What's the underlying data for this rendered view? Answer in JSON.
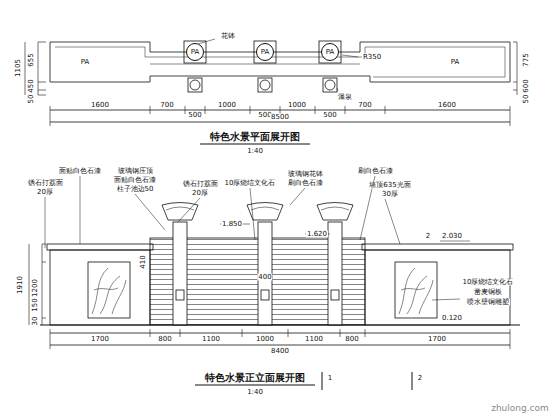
{
  "diagram": {
    "nodes": [
      {
        "text": [
          "PA"
        ]
      },
      {
        "text": [
          "PA"
        ]
      },
      {
        "text": [
          "PA"
        ]
      }
    ],
    "labels": [
      "PA",
      "PA",
      "花钵",
      "R350",
      "瀑泉",
      "1105",
      "655",
      "450",
      "50",
      "775",
      "600",
      "50",
      "1600",
      "700",
      "500",
      "1000",
      "500",
      "1000",
      "500",
      "700",
      "1600",
      "8500",
      "特色水景平面展开图",
      "1:40",
      "面贴白色石漆",
      "锈石打荔面",
      "20厚",
      "玻璃钢压顶",
      "面贴白色石漆",
      "柱子池边50",
      "锈石打荔面",
      "20厚",
      "10厚烧结文化石",
      "玻璃钢花钵",
      "刷白色石漆",
      "刷白色石漆",
      "墙顶635光面",
      "30厚",
      "2",
      "2.030",
      "1.850",
      "1.620",
      "410",
      "400",
      "10厚烧结文化石",
      "凿麦铜板",
      "喷水壁铜雕塑",
      "0.120",
      "1910",
      "1200",
      "150",
      "30",
      "1700",
      "800",
      "1100",
      "1000",
      "1100",
      "800",
      "1700",
      "8400",
      "特色水景正立面展开图",
      "1:40",
      "1",
      "2",
      "zhulong.com"
    ]
  }
}
